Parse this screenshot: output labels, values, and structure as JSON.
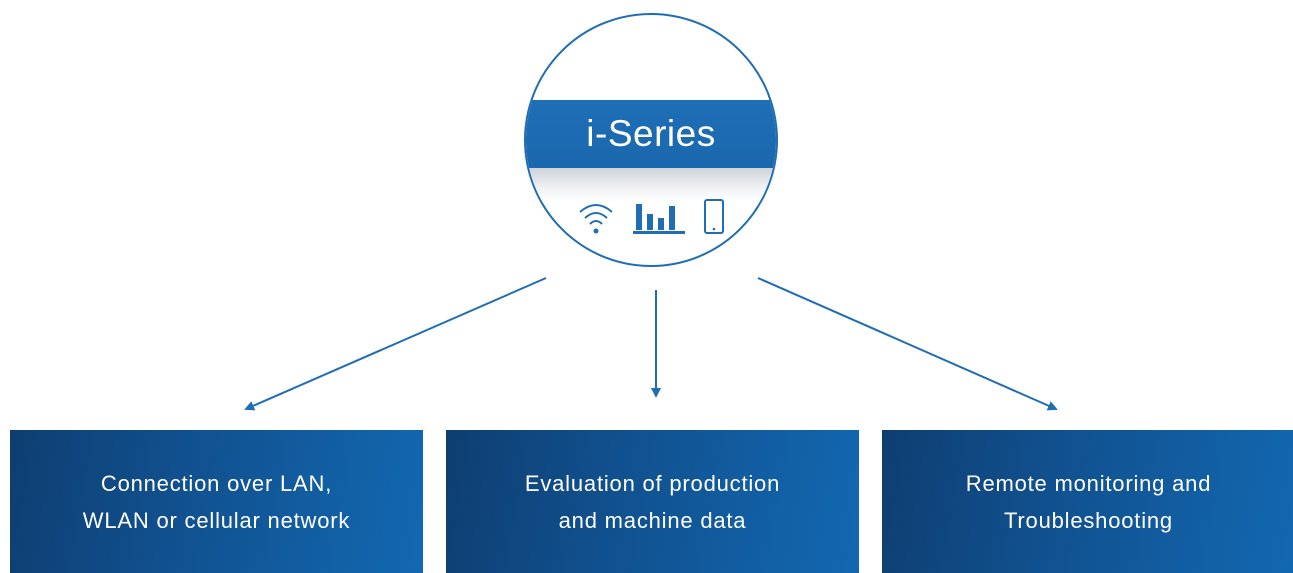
{
  "hub": {
    "title": "i-Series",
    "icons": [
      "wifi-icon",
      "bar-chart-icon",
      "smartphone-icon"
    ]
  },
  "features": [
    {
      "text": "Connection over LAN,\nWLAN or cellular network"
    },
    {
      "text": "Evaluation of production\nand machine data"
    },
    {
      "text": "Remote monitoring and\nTroubleshooting"
    }
  ],
  "colors": {
    "accent": "#1f6db3",
    "box_dark": "#0e3e71",
    "box_light": "#1268b1"
  }
}
